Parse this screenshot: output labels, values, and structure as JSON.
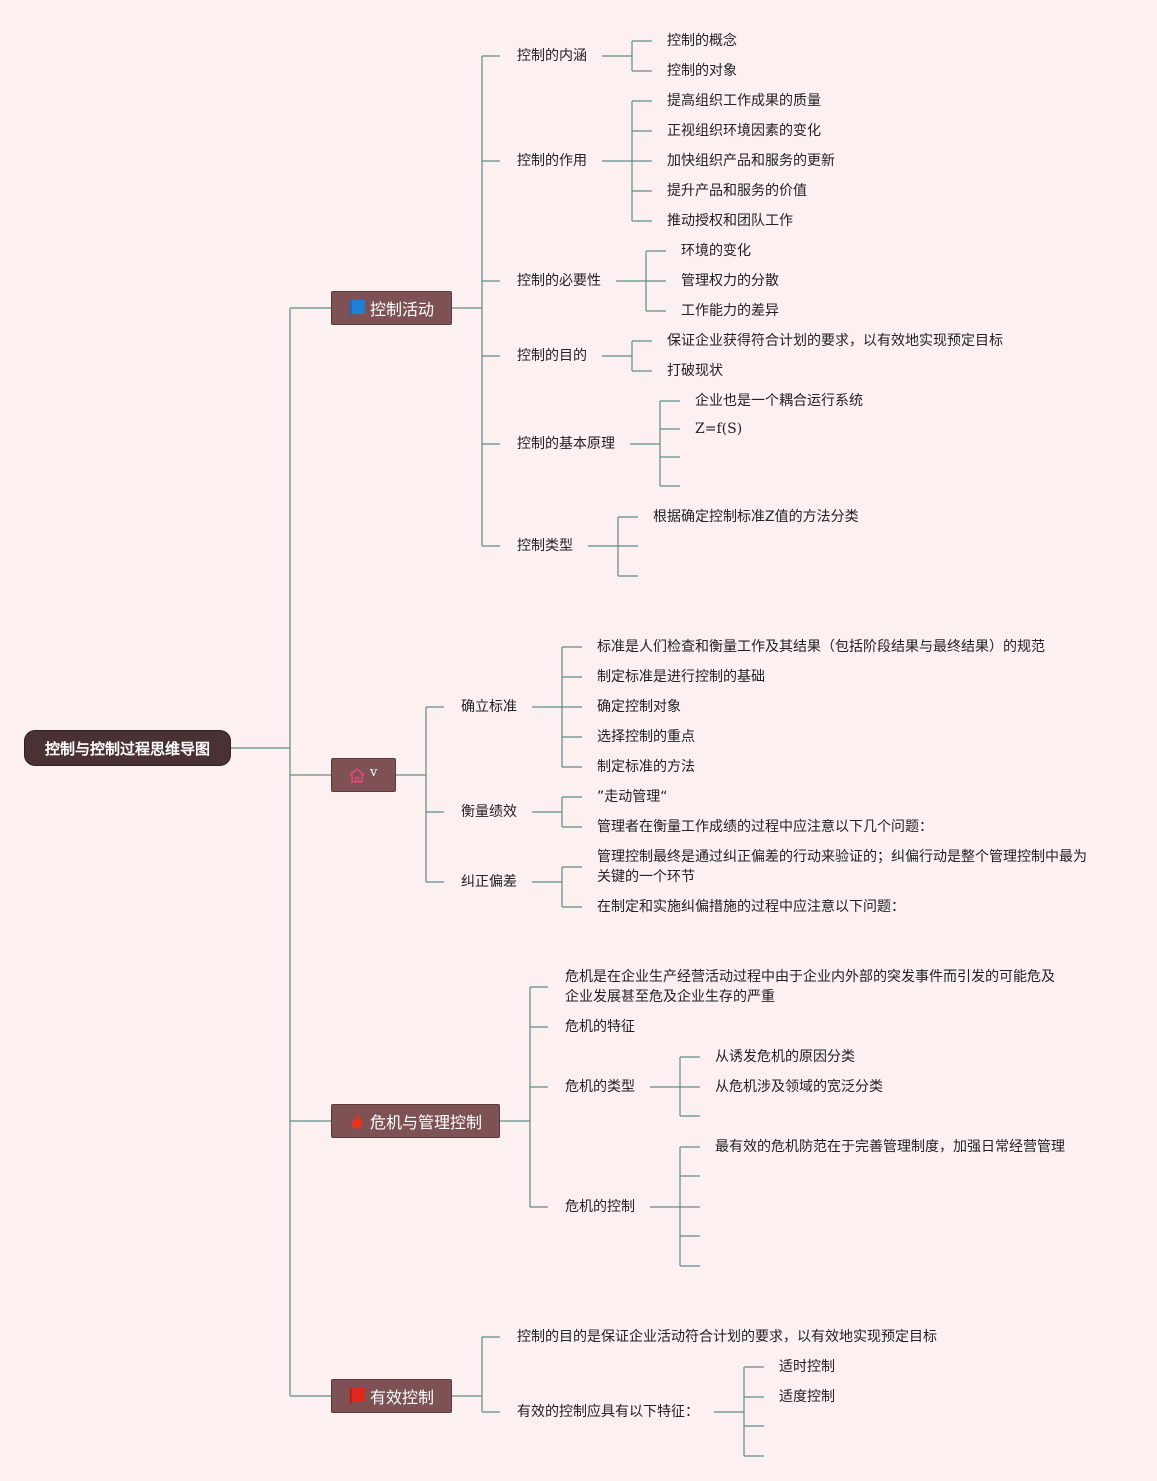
{
  "root": {
    "label": "控制与控制过程思维导图"
  },
  "colors": {
    "background": "#fdf0f0",
    "line": "#5f8c83",
    "root_fill": "#4a3234",
    "branch_fill": "#7e5254",
    "flag_blue": "#1e7fd6",
    "flag_red": "#e3261c",
    "house_pink": "#e04a78",
    "flame_red": "#e8321e"
  },
  "branches": [
    {
      "label": "控制活动",
      "icon": "blue-flag-icon",
      "children": [
        {
          "label": "控制的内涵",
          "children": [
            "控制的概念",
            "控制的对象"
          ]
        },
        {
          "label": "控制的作用",
          "children": [
            "提高组织工作成果的质量",
            "正视组织环境因素的变化",
            "加快组织产品和服务的更新",
            "提升产品和服务的价值",
            "推动授权和团队工作"
          ]
        },
        {
          "label": "控制的必要性",
          "children": [
            "环境的变化",
            "管理权力的分散",
            "工作能力的差异"
          ]
        },
        {
          "label": "控制的目的",
          "children": [
            "保证企业获得符合计划的要求，以有效地实现预定目标",
            "打破现状"
          ]
        },
        {
          "label": "控制的基本原理",
          "children": [
            "企业也是一个耦合运行系统",
            "Z=f(S)",
            "",
            ""
          ]
        },
        {
          "label": "控制类型",
          "children": [
            "根据确定控制标准Z值的方法分类",
            "",
            ""
          ]
        }
      ]
    },
    {
      "label": "v",
      "icon": "house-icon",
      "children": [
        {
          "label": "确立标准",
          "children": [
            "标准是人们检查和衡量工作及其结果（包括阶段结果与最终结果）的规范",
            "制定标准是进行控制的基础",
            "确定控制对象",
            "选择控制的重点",
            "制定标准的方法"
          ]
        },
        {
          "label": "衡量绩效",
          "children": [
            "”走动管理“",
            "管理者在衡量工作成绩的过程中应注意以下几个问题："
          ]
        },
        {
          "label": "纠正偏差",
          "children": [
            "管理控制最终是通过纠正偏差的行动来验证的；纠偏行动是整个管理控制中最为关键的一个环节",
            "在制定和实施纠偏措施的过程中应注意以下问题："
          ]
        }
      ]
    },
    {
      "label": "危机与管理控制",
      "icon": "flame-icon",
      "children": [
        {
          "label": "危机是在企业生产经营活动过程中由于企业内外部的突发事件而引发的可能危及企业发展甚至危及企业生存的严重",
          "children": []
        },
        {
          "label": "危机的特征",
          "children": []
        },
        {
          "label": "危机的类型",
          "children": [
            "从诱发危机的原因分类",
            "从危机涉及领域的宽泛分类",
            ""
          ]
        },
        {
          "label": "危机的控制",
          "children": [
            "最有效的危机防范在于完善管理制度，加强日常经营管理",
            "",
            "",
            "",
            ""
          ]
        }
      ]
    },
    {
      "label": "有效控制",
      "icon": "red-flag-icon",
      "children": [
        {
          "label": "控制的目的是保证企业活动符合计划的要求，以有效地实现预定目标",
          "children": []
        },
        {
          "label": "有效的控制应具有以下特征：",
          "children": [
            "适时控制",
            "适度控制",
            "",
            ""
          ]
        }
      ]
    }
  ]
}
